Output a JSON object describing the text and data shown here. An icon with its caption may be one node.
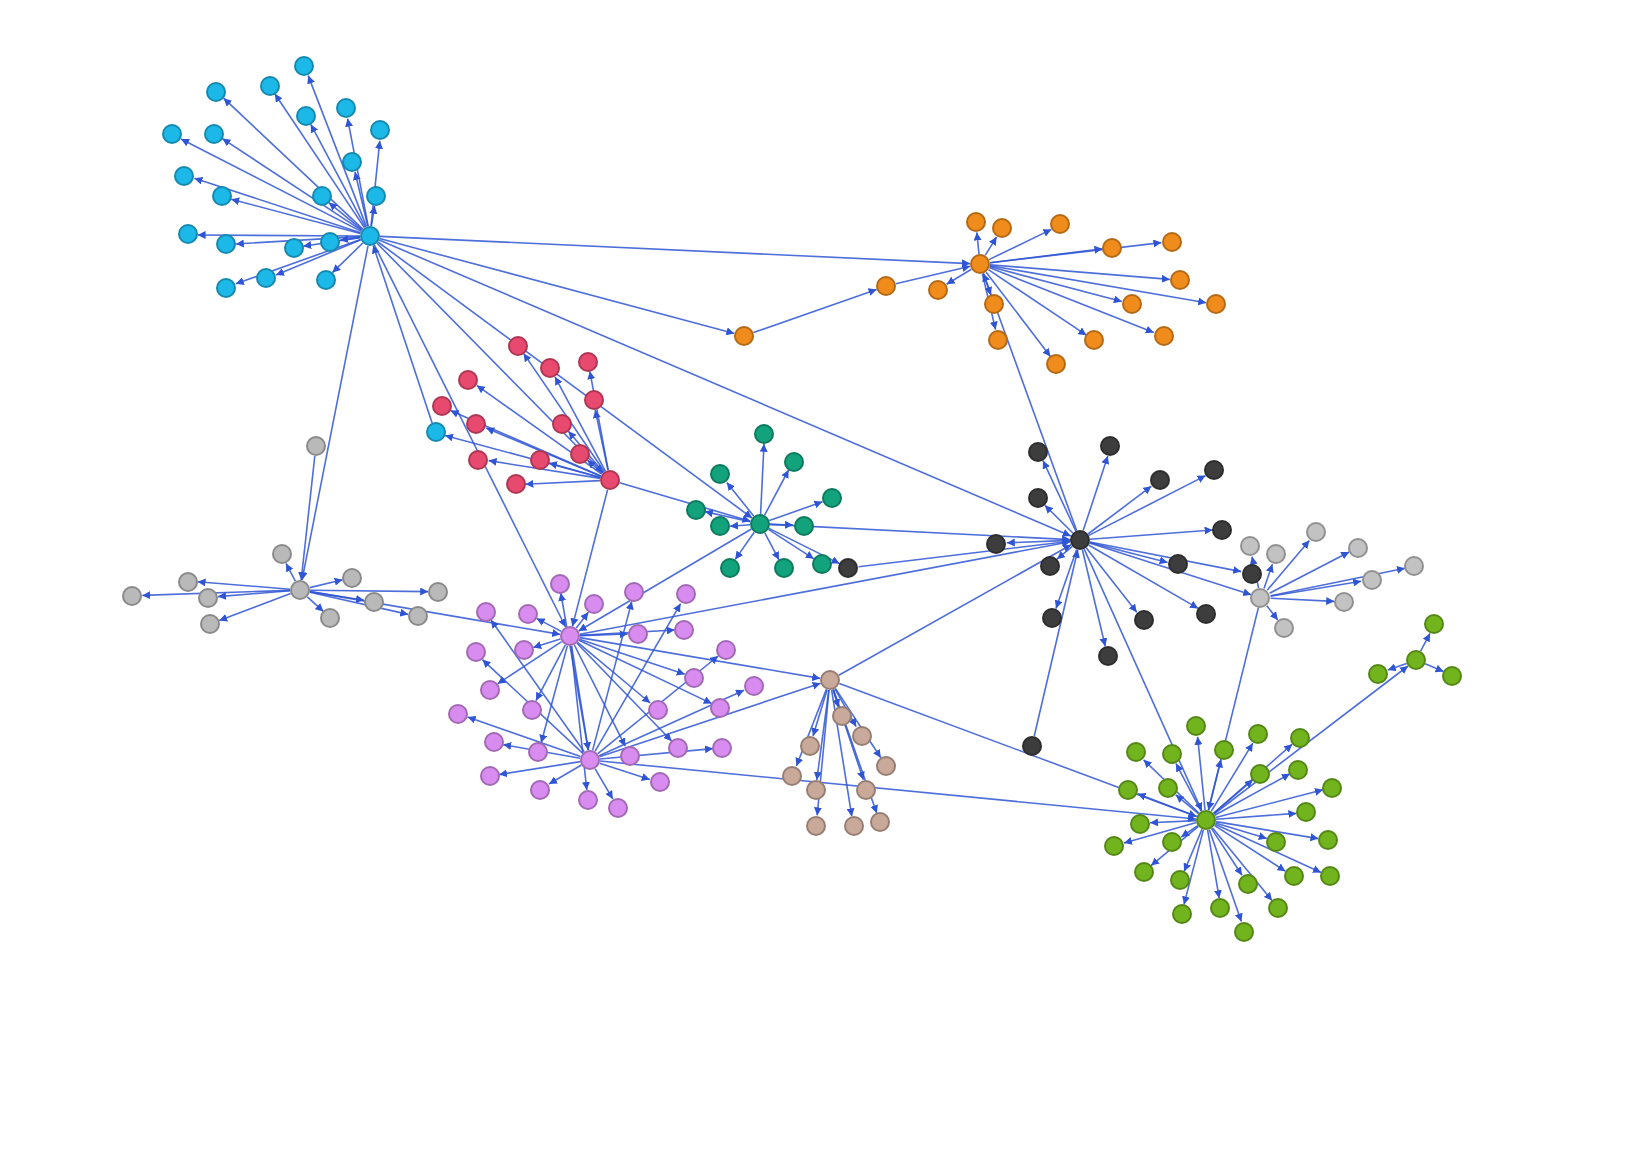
{
  "diagram": {
    "nodes": [
      {
        "text": [],
        "shape": "circle"
      },
      {
        "text": [],
        "shape": "circle"
      },
      {
        "text": [],
        "shape": "circle"
      },
      {
        "text": [],
        "shape": "circle"
      },
      {
        "text": [],
        "shape": "circle"
      },
      {
        "text": [],
        "shape": "circle"
      },
      {
        "text": [],
        "shape": "circle"
      },
      {
        "text": [],
        "shape": "circle"
      },
      {
        "text": [],
        "shape": "circle"
      },
      {
        "text": [],
        "shape": "circle"
      },
      {
        "text": [],
        "shape": "circle"
      },
      {
        "text": [],
        "shape": "circle"
      },
      {
        "text": [],
        "shape": "circle"
      },
      {
        "text": [],
        "shape": "circle"
      },
      {
        "text": [],
        "shape": "circle"
      },
      {
        "text": [],
        "shape": "circle"
      },
      {
        "text": [],
        "shape": "circle"
      },
      {
        "text": [],
        "shape": "circle"
      },
      {
        "text": [],
        "shape": "circle"
      },
      {
        "text": [],
        "shape": "circle"
      },
      {
        "text": [],
        "shape": "circle"
      },
      {
        "text": [],
        "shape": "circle"
      },
      {
        "text": [],
        "shape": "circle"
      },
      {
        "text": [],
        "shape": "circle"
      },
      {
        "text": [],
        "shape": "circle"
      },
      {
        "text": [],
        "shape": "circle"
      },
      {
        "text": [],
        "shape": "circle"
      },
      {
        "text": [],
        "shape": "circle"
      },
      {
        "text": [],
        "shape": "circle"
      },
      {
        "text": [],
        "shape": "circle"
      },
      {
        "text": [],
        "shape": "circle"
      },
      {
        "text": [],
        "shape": "circle"
      },
      {
        "text": [],
        "shape": "circle"
      },
      {
        "text": [],
        "shape": "circle"
      },
      {
        "text": [],
        "shape": "circle"
      },
      {
        "text": [],
        "shape": "circle"
      },
      {
        "text": [],
        "shape": "circle"
      },
      {
        "text": [],
        "shape": "circle"
      },
      {
        "text": [],
        "shape": "circle"
      },
      {
        "text": [],
        "shape": "circle"
      },
      {
        "text": [],
        "shape": "circle"
      },
      {
        "text": [],
        "shape": "circle"
      },
      {
        "text": [],
        "shape": "circle"
      },
      {
        "text": [],
        "shape": "circle"
      },
      {
        "text": [],
        "shape": "circle"
      },
      {
        "text": [],
        "shape": "circle"
      },
      {
        "text": [],
        "shape": "circle"
      },
      {
        "text": [],
        "shape": "circle"
      },
      {
        "text": [],
        "shape": "circle"
      },
      {
        "text": [],
        "shape": "circle"
      },
      {
        "text": [],
        "shape": "circle"
      },
      {
        "text": [],
        "shape": "circle"
      },
      {
        "text": [],
        "shape": "circle"
      },
      {
        "text": [],
        "shape": "circle"
      },
      {
        "text": [],
        "shape": "circle"
      },
      {
        "text": [],
        "shape": "circle"
      },
      {
        "text": [],
        "shape": "circle"
      },
      {
        "text": [],
        "shape": "circle"
      },
      {
        "text": [],
        "shape": "circle"
      },
      {
        "text": [],
        "shape": "circle"
      },
      {
        "text": [],
        "shape": "circle"
      },
      {
        "text": [],
        "shape": "circle"
      },
      {
        "text": [],
        "shape": "circle"
      },
      {
        "text": [],
        "shape": "circle"
      },
      {
        "text": [],
        "shape": "circle"
      },
      {
        "text": [],
        "shape": "circle"
      },
      {
        "text": [],
        "shape": "circle"
      },
      {
        "text": [],
        "shape": "circle"
      },
      {
        "text": [],
        "shape": "circle"
      },
      {
        "text": [],
        "shape": "circle"
      },
      {
        "text": [],
        "shape": "circle"
      },
      {
        "text": [],
        "shape": "circle"
      },
      {
        "text": [],
        "shape": "circle"
      },
      {
        "text": [],
        "shape": "circle"
      },
      {
        "text": [],
        "shape": "circle"
      },
      {
        "text": [],
        "shape": "circle"
      },
      {
        "text": [],
        "shape": "circle"
      },
      {
        "text": [],
        "shape": "circle"
      },
      {
        "text": [],
        "shape": "circle"
      },
      {
        "text": [],
        "shape": "circle"
      },
      {
        "text": [],
        "shape": "circle"
      },
      {
        "text": [],
        "shape": "circle"
      },
      {
        "text": [],
        "shape": "circle"
      },
      {
        "text": [],
        "shape": "circle"
      },
      {
        "text": [],
        "shape": "circle"
      },
      {
        "text": [],
        "shape": "circle"
      },
      {
        "text": [],
        "shape": "circle"
      },
      {
        "text": [],
        "shape": "circle"
      },
      {
        "text": [],
        "shape": "circle"
      },
      {
        "text": [],
        "shape": "circle"
      },
      {
        "text": [],
        "shape": "circle"
      },
      {
        "text": [],
        "shape": "circle"
      },
      {
        "text": [],
        "shape": "circle"
      },
      {
        "text": [],
        "shape": "circle"
      },
      {
        "text": [],
        "shape": "circle"
      },
      {
        "text": [],
        "shape": "circle"
      },
      {
        "text": [],
        "shape": "circle"
      },
      {
        "text": [],
        "shape": "circle"
      },
      {
        "text": [],
        "shape": "circle"
      },
      {
        "text": [],
        "shape": "circle"
      },
      {
        "text": [],
        "shape": "circle"
      },
      {
        "text": [],
        "shape": "circle"
      },
      {
        "text": [],
        "shape": "circle"
      },
      {
        "text": [],
        "shape": "circle"
      },
      {
        "text": [],
        "shape": "circle"
      },
      {
        "text": [],
        "shape": "circle"
      },
      {
        "text": [],
        "shape": "circle"
      },
      {
        "text": [],
        "shape": "circle"
      },
      {
        "text": [],
        "shape": "circle"
      },
      {
        "text": [],
        "shape": "circle"
      },
      {
        "text": [],
        "shape": "circle"
      },
      {
        "text": [],
        "shape": "circle"
      },
      {
        "text": [],
        "shape": "circle"
      },
      {
        "text": [],
        "shape": "circle"
      },
      {
        "text": [],
        "shape": "circle"
      },
      {
        "text": [],
        "shape": "circle"
      },
      {
        "text": [],
        "shape": "circle"
      },
      {
        "text": [],
        "shape": "circle"
      },
      {
        "text": [],
        "shape": "circle"
      },
      {
        "text": [],
        "shape": "circle"
      },
      {
        "text": [],
        "shape": "circle"
      },
      {
        "text": [],
        "shape": "circle"
      },
      {
        "text": [],
        "shape": "circle"
      },
      {
        "text": [],
        "shape": "circle"
      },
      {
        "text": [],
        "shape": "circle"
      },
      {
        "text": [],
        "shape": "circle"
      },
      {
        "text": [],
        "shape": "circle"
      },
      {
        "text": [],
        "shape": "circle"
      },
      {
        "text": [],
        "shape": "circle"
      },
      {
        "text": [],
        "shape": "circle"
      },
      {
        "text": [],
        "shape": "circle"
      },
      {
        "text": [],
        "shape": "circle"
      },
      {
        "text": [],
        "shape": "circle"
      },
      {
        "text": [],
        "shape": "circle"
      },
      {
        "text": [],
        "shape": "circle"
      },
      {
        "text": [],
        "shape": "circle"
      },
      {
        "text": [],
        "shape": "circle"
      },
      {
        "text": [],
        "shape": "circle"
      },
      {
        "text": [],
        "shape": "circle"
      },
      {
        "text": [],
        "shape": "circle"
      },
      {
        "text": [],
        "shape": "circle"
      },
      {
        "text": [],
        "shape": "circle"
      },
      {
        "text": [],
        "shape": "circle"
      },
      {
        "text": [],
        "shape": "circle"
      },
      {
        "text": [],
        "shape": "circle"
      },
      {
        "text": [],
        "shape": "circle"
      },
      {
        "text": [],
        "shape": "circle"
      },
      {
        "text": [],
        "shape": "circle"
      },
      {
        "text": [],
        "shape": "circle"
      },
      {
        "text": [],
        "shape": "circle"
      },
      {
        "text": [],
        "shape": "circle"
      },
      {
        "text": [],
        "shape": "circle"
      },
      {
        "text": [],
        "shape": "circle"
      },
      {
        "text": [],
        "shape": "circle"
      },
      {
        "text": [],
        "shape": "circle"
      },
      {
        "text": [],
        "shape": "circle"
      },
      {
        "text": [],
        "shape": "circle"
      },
      {
        "text": [],
        "shape": "circle"
      },
      {
        "text": [],
        "shape": "circle"
      },
      {
        "text": [],
        "shape": "circle"
      },
      {
        "text": [],
        "shape": "circle"
      },
      {
        "text": [],
        "shape": "circle"
      },
      {
        "text": [],
        "shape": "circle"
      },
      {
        "text": [],
        "shape": "circle"
      },
      {
        "text": [],
        "shape": "circle"
      },
      {
        "text": [],
        "shape": "circle"
      },
      {
        "text": [],
        "shape": "circle"
      },
      {
        "text": [],
        "shape": "circle"
      },
      {
        "text": [],
        "shape": "circle"
      },
      {
        "text": [],
        "shape": "circle"
      },
      {
        "text": [],
        "shape": "circle"
      },
      {
        "text": [],
        "shape": "circle"
      },
      {
        "text": [],
        "shape": "circle"
      }
    ],
    "edges": [
      {
        "from": 0,
        "to": 1,
        "arrow": "to"
      },
      {
        "from": 0,
        "to": 2,
        "arrow": "to"
      },
      {
        "from": 0,
        "to": 3,
        "arrow": "to"
      },
      {
        "from": 0,
        "to": 4,
        "arrow": "to"
      },
      {
        "from": 0,
        "to": 5,
        "arrow": "to"
      },
      {
        "from": 0,
        "to": 6,
        "arrow": "to"
      },
      {
        "from": 0,
        "to": 7,
        "arrow": "to"
      },
      {
        "from": 0,
        "to": 8,
        "arrow": "to"
      },
      {
        "from": 0,
        "to": 9,
        "arrow": "to"
      },
      {
        "from": 0,
        "to": 10,
        "arrow": "to"
      },
      {
        "from": 0,
        "to": 11,
        "arrow": "to"
      },
      {
        "from": 0,
        "to": 12,
        "arrow": "to"
      },
      {
        "from": 0,
        "to": 13,
        "arrow": "to"
      },
      {
        "from": 0,
        "to": 14,
        "arrow": "to"
      },
      {
        "from": 0,
        "to": 15,
        "arrow": "to"
      },
      {
        "from": 0,
        "to": 16,
        "arrow": "to"
      },
      {
        "from": 0,
        "to": 17,
        "arrow": "to"
      },
      {
        "from": 0,
        "to": 18,
        "arrow": "to"
      },
      {
        "from": 0,
        "to": 19,
        "arrow": "to"
      },
      {
        "from": 0,
        "to": 20,
        "arrow": "to"
      },
      {
        "from": 21,
        "to": 22,
        "arrow": "to"
      },
      {
        "from": 21,
        "to": 23,
        "arrow": "to"
      },
      {
        "from": 21,
        "to": 24,
        "arrow": "to"
      },
      {
        "from": 21,
        "to": 25,
        "arrow": "to"
      },
      {
        "from": 21,
        "to": 26,
        "arrow": "to"
      },
      {
        "from": 21,
        "to": 27,
        "arrow": "to"
      },
      {
        "from": 21,
        "to": 28,
        "arrow": "to"
      },
      {
        "from": 21,
        "to": 29,
        "arrow": "to"
      },
      {
        "from": 21,
        "to": 30,
        "arrow": "to"
      },
      {
        "from": 21,
        "to": 31,
        "arrow": "to"
      },
      {
        "from": 21,
        "to": 32,
        "arrow": "to"
      },
      {
        "from": 21,
        "to": 33,
        "arrow": "to"
      },
      {
        "from": 34,
        "to": 35,
        "arrow": "to"
      },
      {
        "from": 34,
        "to": 36,
        "arrow": "to"
      },
      {
        "from": 34,
        "to": 37,
        "arrow": "to"
      },
      {
        "from": 34,
        "to": 38,
        "arrow": "to"
      },
      {
        "from": 34,
        "to": 39,
        "arrow": "to"
      },
      {
        "from": 34,
        "to": 40,
        "arrow": "to"
      },
      {
        "from": 34,
        "to": 41,
        "arrow": "to"
      },
      {
        "from": 34,
        "to": 42,
        "arrow": "to"
      },
      {
        "from": 34,
        "to": 43,
        "arrow": "to"
      },
      {
        "from": 34,
        "to": 44,
        "arrow": "to"
      },
      {
        "from": 45,
        "to": 46,
        "arrow": "to"
      },
      {
        "from": 45,
        "to": 47,
        "arrow": "to"
      },
      {
        "from": 45,
        "to": 48,
        "arrow": "to"
      },
      {
        "from": 45,
        "to": 49,
        "arrow": "to"
      },
      {
        "from": 45,
        "to": 50,
        "arrow": "to"
      },
      {
        "from": 45,
        "to": 51,
        "arrow": "to"
      },
      {
        "from": 45,
        "to": 52,
        "arrow": "to"
      },
      {
        "from": 45,
        "to": 53,
        "arrow": "to"
      },
      {
        "from": 45,
        "to": 54,
        "arrow": "to"
      },
      {
        "from": 45,
        "to": 55,
        "arrow": "to"
      },
      {
        "from": 56,
        "to": 57,
        "arrow": "to"
      },
      {
        "from": 56,
        "to": 58,
        "arrow": "to"
      },
      {
        "from": 56,
        "to": 59,
        "arrow": "to"
      },
      {
        "from": 56,
        "to": 60,
        "arrow": "to"
      },
      {
        "from": 56,
        "to": 61,
        "arrow": "to"
      },
      {
        "from": 56,
        "to": 62,
        "arrow": "to"
      },
      {
        "from": 56,
        "to": 63,
        "arrow": "to"
      },
      {
        "from": 56,
        "to": 64,
        "arrow": "to"
      },
      {
        "from": 56,
        "to": 65,
        "arrow": "to"
      },
      {
        "from": 56,
        "to": 66,
        "arrow": "to"
      },
      {
        "from": 56,
        "to": 67,
        "arrow": "to"
      },
      {
        "from": 56,
        "to": 68,
        "arrow": "to"
      },
      {
        "from": 56,
        "to": 69,
        "arrow": "to"
      },
      {
        "from": 56,
        "to": 70,
        "arrow": "to"
      },
      {
        "from": 56,
        "to": 71,
        "arrow": "to"
      },
      {
        "from": 57,
        "to": 72,
        "arrow": "to"
      },
      {
        "from": 57,
        "to": 73,
        "arrow": "to"
      },
      {
        "from": 57,
        "to": 74,
        "arrow": "to"
      },
      {
        "from": 57,
        "to": 75,
        "arrow": "to"
      },
      {
        "from": 57,
        "to": 76,
        "arrow": "to"
      },
      {
        "from": 57,
        "to": 77,
        "arrow": "to"
      },
      {
        "from": 57,
        "to": 78,
        "arrow": "to"
      },
      {
        "from": 57,
        "to": 79,
        "arrow": "to"
      },
      {
        "from": 57,
        "to": 80,
        "arrow": "to"
      },
      {
        "from": 57,
        "to": 81,
        "arrow": "to"
      },
      {
        "from": 57,
        "to": 82,
        "arrow": "to"
      },
      {
        "from": 57,
        "to": 83,
        "arrow": "to"
      },
      {
        "from": 57,
        "to": 84,
        "arrow": "to"
      },
      {
        "from": 57,
        "to": 85,
        "arrow": "to"
      },
      {
        "from": 86,
        "to": 87,
        "arrow": "to"
      },
      {
        "from": 86,
        "to": 88,
        "arrow": "to"
      },
      {
        "from": 86,
        "to": 89,
        "arrow": "to"
      },
      {
        "from": 86,
        "to": 90,
        "arrow": "to"
      },
      {
        "from": 86,
        "to": 91,
        "arrow": "to"
      },
      {
        "from": 86,
        "to": 92,
        "arrow": "to"
      },
      {
        "from": 86,
        "to": 93,
        "arrow": "to"
      },
      {
        "from": 86,
        "to": 94,
        "arrow": "to"
      },
      {
        "from": 86,
        "to": 95,
        "arrow": "to"
      },
      {
        "from": 86,
        "to": 96,
        "arrow": "to"
      },
      {
        "from": 97,
        "to": 98,
        "arrow": "to"
      },
      {
        "from": 97,
        "to": 99,
        "arrow": "to"
      },
      {
        "from": 97,
        "to": 100,
        "arrow": "to"
      },
      {
        "from": 97,
        "to": 101,
        "arrow": "to"
      },
      {
        "from": 97,
        "to": 102,
        "arrow": "to"
      },
      {
        "from": 97,
        "to": 103,
        "arrow": "to"
      },
      {
        "from": 97,
        "to": 104,
        "arrow": "to"
      },
      {
        "from": 97,
        "to": 105,
        "arrow": "to"
      },
      {
        "from": 97,
        "to": 106,
        "arrow": "to"
      },
      {
        "from": 97,
        "to": 107,
        "arrow": "to"
      },
      {
        "from": 97,
        "to": 108,
        "arrow": "to"
      },
      {
        "from": 97,
        "to": 109,
        "arrow": "to"
      },
      {
        "from": 97,
        "to": 110,
        "arrow": "to"
      },
      {
        "from": 97,
        "to": 111,
        "arrow": "to"
      },
      {
        "from": 112,
        "to": 113,
        "arrow": "to"
      },
      {
        "from": 112,
        "to": 114,
        "arrow": "to"
      },
      {
        "from": 112,
        "to": 115,
        "arrow": "to"
      },
      {
        "from": 112,
        "to": 116,
        "arrow": "to"
      },
      {
        "from": 112,
        "to": 117,
        "arrow": "to"
      },
      {
        "from": 112,
        "to": 118,
        "arrow": "to"
      },
      {
        "from": 112,
        "to": 119,
        "arrow": "to"
      },
      {
        "from": 112,
        "to": 120,
        "arrow": "to"
      },
      {
        "from": 112,
        "to": 121,
        "arrow": "to"
      },
      {
        "from": 112,
        "to": 122,
        "arrow": "to"
      },
      {
        "from": 112,
        "to": 123,
        "arrow": "to"
      },
      {
        "from": 112,
        "to": 124,
        "arrow": "to"
      },
      {
        "from": 112,
        "to": 125,
        "arrow": "to"
      },
      {
        "from": 112,
        "to": 126,
        "arrow": "to"
      },
      {
        "from": 127,
        "to": 128,
        "arrow": "to"
      },
      {
        "from": 127,
        "to": 129,
        "arrow": "to"
      },
      {
        "from": 127,
        "to": 130,
        "arrow": "to"
      },
      {
        "from": 127,
        "to": 131,
        "arrow": "to"
      },
      {
        "from": 127,
        "to": 132,
        "arrow": "to"
      },
      {
        "from": 127,
        "to": 133,
        "arrow": "to"
      },
      {
        "from": 127,
        "to": 134,
        "arrow": "to"
      },
      {
        "from": 127,
        "to": 135,
        "arrow": "to"
      },
      {
        "from": 136,
        "to": 137,
        "arrow": "to"
      },
      {
        "from": 136,
        "to": 138,
        "arrow": "to"
      },
      {
        "from": 136,
        "to": 139,
        "arrow": "to"
      },
      {
        "from": 136,
        "to": 140,
        "arrow": "to"
      },
      {
        "from": 136,
        "to": 141,
        "arrow": "to"
      },
      {
        "from": 136,
        "to": 142,
        "arrow": "to"
      },
      {
        "from": 136,
        "to": 143,
        "arrow": "to"
      },
      {
        "from": 136,
        "to": 144,
        "arrow": "to"
      },
      {
        "from": 136,
        "to": 145,
        "arrow": "to"
      },
      {
        "from": 136,
        "to": 146,
        "arrow": "to"
      },
      {
        "from": 136,
        "to": 147,
        "arrow": "to"
      },
      {
        "from": 136,
        "to": 148,
        "arrow": "to"
      },
      {
        "from": 136,
        "to": 149,
        "arrow": "to"
      },
      {
        "from": 136,
        "to": 150,
        "arrow": "to"
      },
      {
        "from": 136,
        "to": 151,
        "arrow": "to"
      },
      {
        "from": 136,
        "to": 152,
        "arrow": "to"
      },
      {
        "from": 136,
        "to": 153,
        "arrow": "to"
      },
      {
        "from": 136,
        "to": 154,
        "arrow": "to"
      },
      {
        "from": 136,
        "to": 155,
        "arrow": "to"
      },
      {
        "from": 136,
        "to": 156,
        "arrow": "to"
      },
      {
        "from": 136,
        "to": 157,
        "arrow": "to"
      },
      {
        "from": 136,
        "to": 158,
        "arrow": "to"
      },
      {
        "from": 136,
        "to": 159,
        "arrow": "to"
      },
      {
        "from": 136,
        "to": 160,
        "arrow": "to"
      },
      {
        "from": 136,
        "to": 161,
        "arrow": "to"
      },
      {
        "from": 136,
        "to": 162,
        "arrow": "to"
      },
      {
        "from": 163,
        "to": 164,
        "arrow": "to"
      },
      {
        "from": 163,
        "to": 165,
        "arrow": "to"
      },
      {
        "from": 163,
        "to": 166,
        "arrow": "to"
      },
      {
        "from": 0,
        "to": 21,
        "arrow": "to"
      },
      {
        "from": 0,
        "to": 34,
        "arrow": "to"
      },
      {
        "from": 0,
        "to": 56,
        "arrow": "to"
      },
      {
        "from": 0,
        "to": 167,
        "arrow": "to"
      },
      {
        "from": 167,
        "to": 168,
        "arrow": "to"
      },
      {
        "from": 168,
        "to": 97,
        "arrow": "to"
      },
      {
        "from": 0,
        "to": 97,
        "arrow": "to"
      },
      {
        "from": 21,
        "to": 56,
        "arrow": "to"
      },
      {
        "from": 21,
        "to": 34,
        "arrow": "to"
      },
      {
        "from": 34,
        "to": 56,
        "arrow": "to"
      },
      {
        "from": 45,
        "to": 56,
        "arrow": "to"
      },
      {
        "from": 0,
        "to": 45,
        "arrow": "to"
      },
      {
        "from": 169,
        "to": 45,
        "arrow": "to"
      },
      {
        "from": 56,
        "to": 86,
        "arrow": "to"
      },
      {
        "from": 86,
        "to": 112,
        "arrow": "to"
      },
      {
        "from": 57,
        "to": 86,
        "arrow": "to"
      },
      {
        "from": 112,
        "to": 97,
        "arrow": "to"
      },
      {
        "from": 112,
        "to": 136,
        "arrow": "to"
      },
      {
        "from": 112,
        "to": 127,
        "arrow": "to"
      },
      {
        "from": 127,
        "to": 136,
        "arrow": "to"
      },
      {
        "from": 136,
        "to": 163,
        "arrow": "to"
      },
      {
        "from": 170,
        "to": 112,
        "arrow": "to"
      },
      {
        "from": 34,
        "to": 170,
        "arrow": "to"
      },
      {
        "from": 171,
        "to": 112,
        "arrow": "to"
      },
      {
        "from": 56,
        "to": 112,
        "arrow": "to"
      },
      {
        "from": 57,
        "to": 136,
        "arrow": "to"
      },
      {
        "from": 172,
        "to": 0,
        "arrow": "to"
      },
      {
        "from": 21,
        "to": 172,
        "arrow": "to"
      },
      {
        "from": 86,
        "to": 136,
        "arrow": "to"
      },
      {
        "from": 34,
        "to": 112,
        "arrow": "to"
      },
      {
        "from": 0,
        "to": 112,
        "arrow": "to"
      }
    ]
  }
}
